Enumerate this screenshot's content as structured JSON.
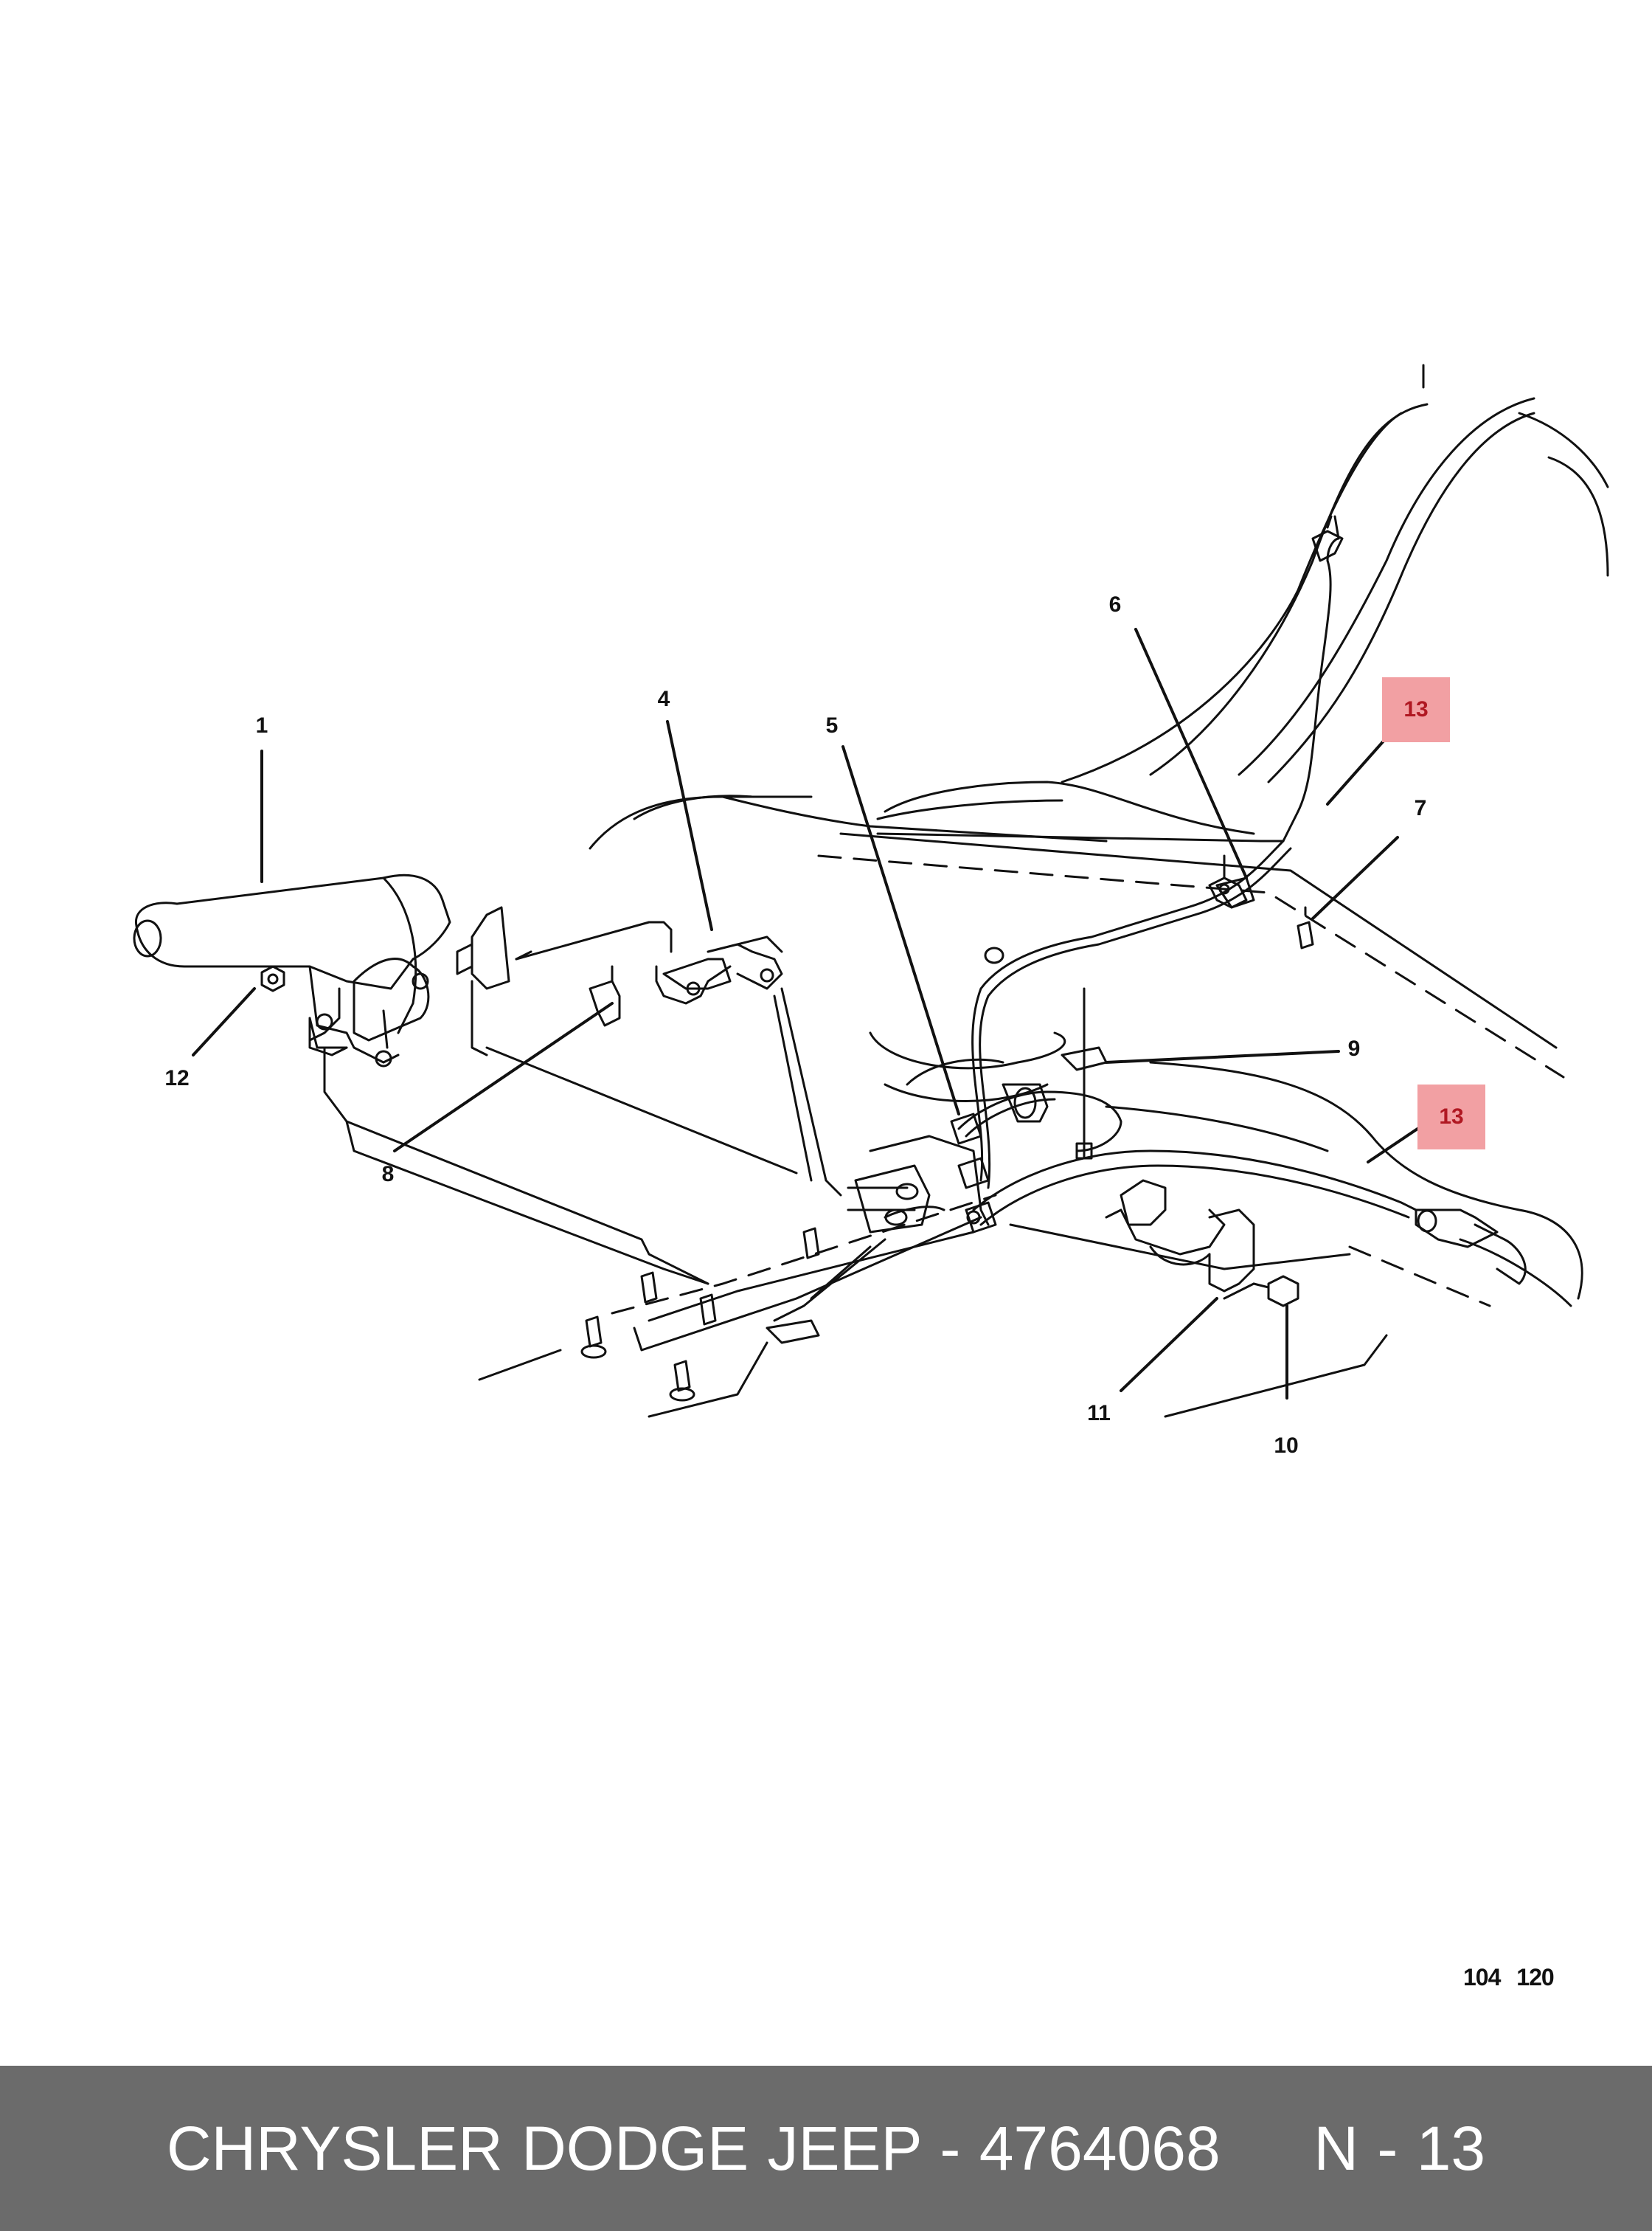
{
  "diagram": {
    "callouts": [
      {
        "id": "1",
        "label": "1"
      },
      {
        "id": "4",
        "label": "4"
      },
      {
        "id": "5",
        "label": "5"
      },
      {
        "id": "6",
        "label": "6"
      },
      {
        "id": "7",
        "label": "7"
      },
      {
        "id": "8",
        "label": "8"
      },
      {
        "id": "9",
        "label": "9"
      },
      {
        "id": "10",
        "label": "10"
      },
      {
        "id": "11",
        "label": "11"
      },
      {
        "id": "12",
        "label": "12"
      },
      {
        "id": "13a",
        "label": "13",
        "highlighted": true
      },
      {
        "id": "13b",
        "label": "13",
        "highlighted": true
      }
    ],
    "highlight_color": "#f2a0a3",
    "drawing_code": "104 120"
  },
  "footer": {
    "text": "CHRYSLER DODGE JEEP - 4764068     N - 13",
    "background": "#6b6b6b"
  }
}
